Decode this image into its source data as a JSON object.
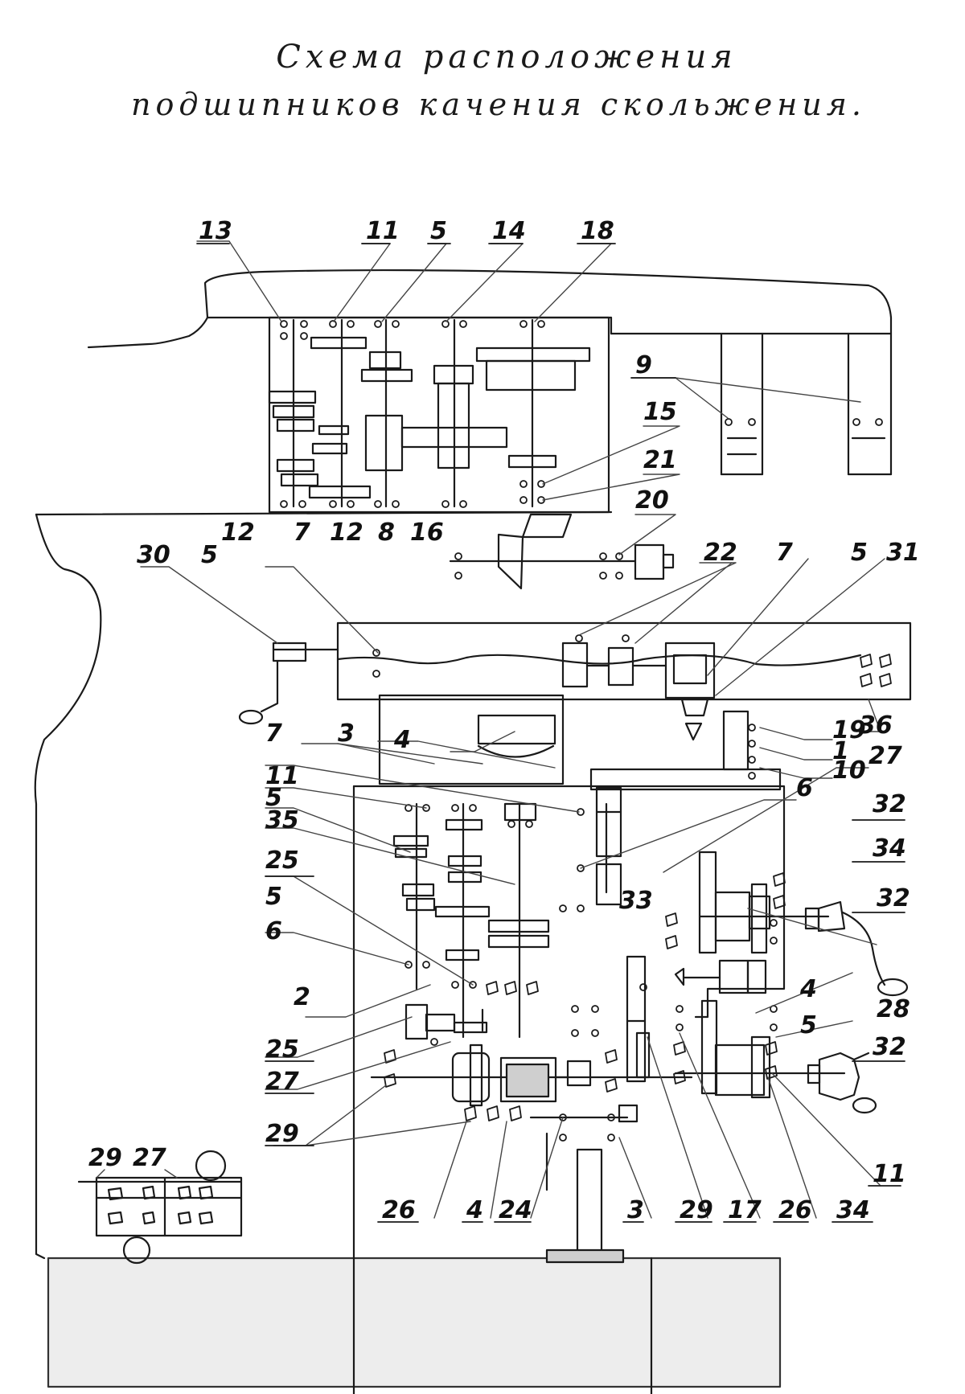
{
  "title": {
    "line1": "Схема расположения",
    "line2": "подшипников качения скольжения."
  },
  "labels": {
    "l13": "13",
    "l11a": "11",
    "l5a": "5",
    "l14": "14",
    "l18": "18",
    "l9": "9",
    "l15": "15",
    "l21": "21",
    "l20": "20",
    "l12a": "12",
    "l7a": "7",
    "l12b": "12",
    "l8": "8",
    "l16": "16",
    "l30": "30",
    "l5b": "5",
    "l22": "22",
    "l7b": "7",
    "l5c": "5",
    "l31": "31",
    "l36": "36",
    "l19": "19",
    "l1": "1",
    "l10": "10",
    "l7c": "7",
    "l3a": "3",
    "l4a": "4",
    "l11b": "11",
    "l5d": "5",
    "l35": "35",
    "l25a": "25",
    "l27a": "27",
    "l6a": "6",
    "l32a": "32",
    "l34a": "34",
    "l33": "33",
    "l32b": "32",
    "l5e": "5",
    "l6b": "6",
    "l2": "2",
    "l25b": "25",
    "l27b": "27",
    "l29a": "29",
    "l4b": "4",
    "l5f": "5",
    "l28": "28",
    "l32c": "32",
    "l11c": "11",
    "l29b": "29",
    "l27c": "27",
    "l26a": "26",
    "l4c": "4",
    "l24": "24",
    "l3b": "3",
    "l29c": "29",
    "l17": "17",
    "l26b": "26",
    "l34b": "34"
  }
}
